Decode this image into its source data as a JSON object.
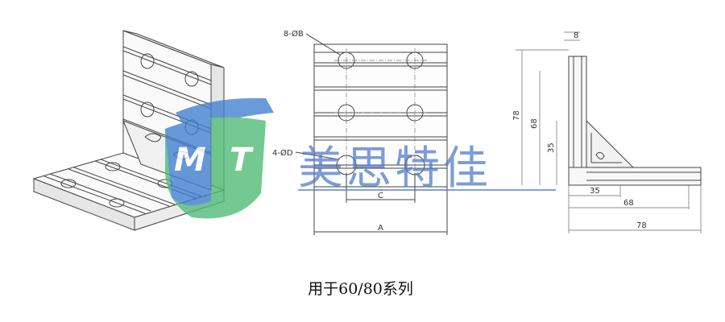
{
  "drawing": {
    "hole_b_label": "8-ØB",
    "hole_d_label": "4-ØD",
    "dim_c": "C",
    "dim_a": "A",
    "dim_8": "8",
    "dim_78_vertical": "78",
    "dim_68_vertical": "68",
    "dim_35_vertical": "35",
    "dim_35_horizontal": "35",
    "dim_68_horizontal": "68",
    "dim_78_horizontal": "78"
  },
  "watermark": {
    "logo_letter_1": "M",
    "logo_letter_2": "T",
    "text": "美思特佳",
    "colors": {
      "blue": "#3f7fd0",
      "green": "#4dbb73",
      "text": "#4a78c8"
    }
  },
  "caption": "用于60/80系列"
}
